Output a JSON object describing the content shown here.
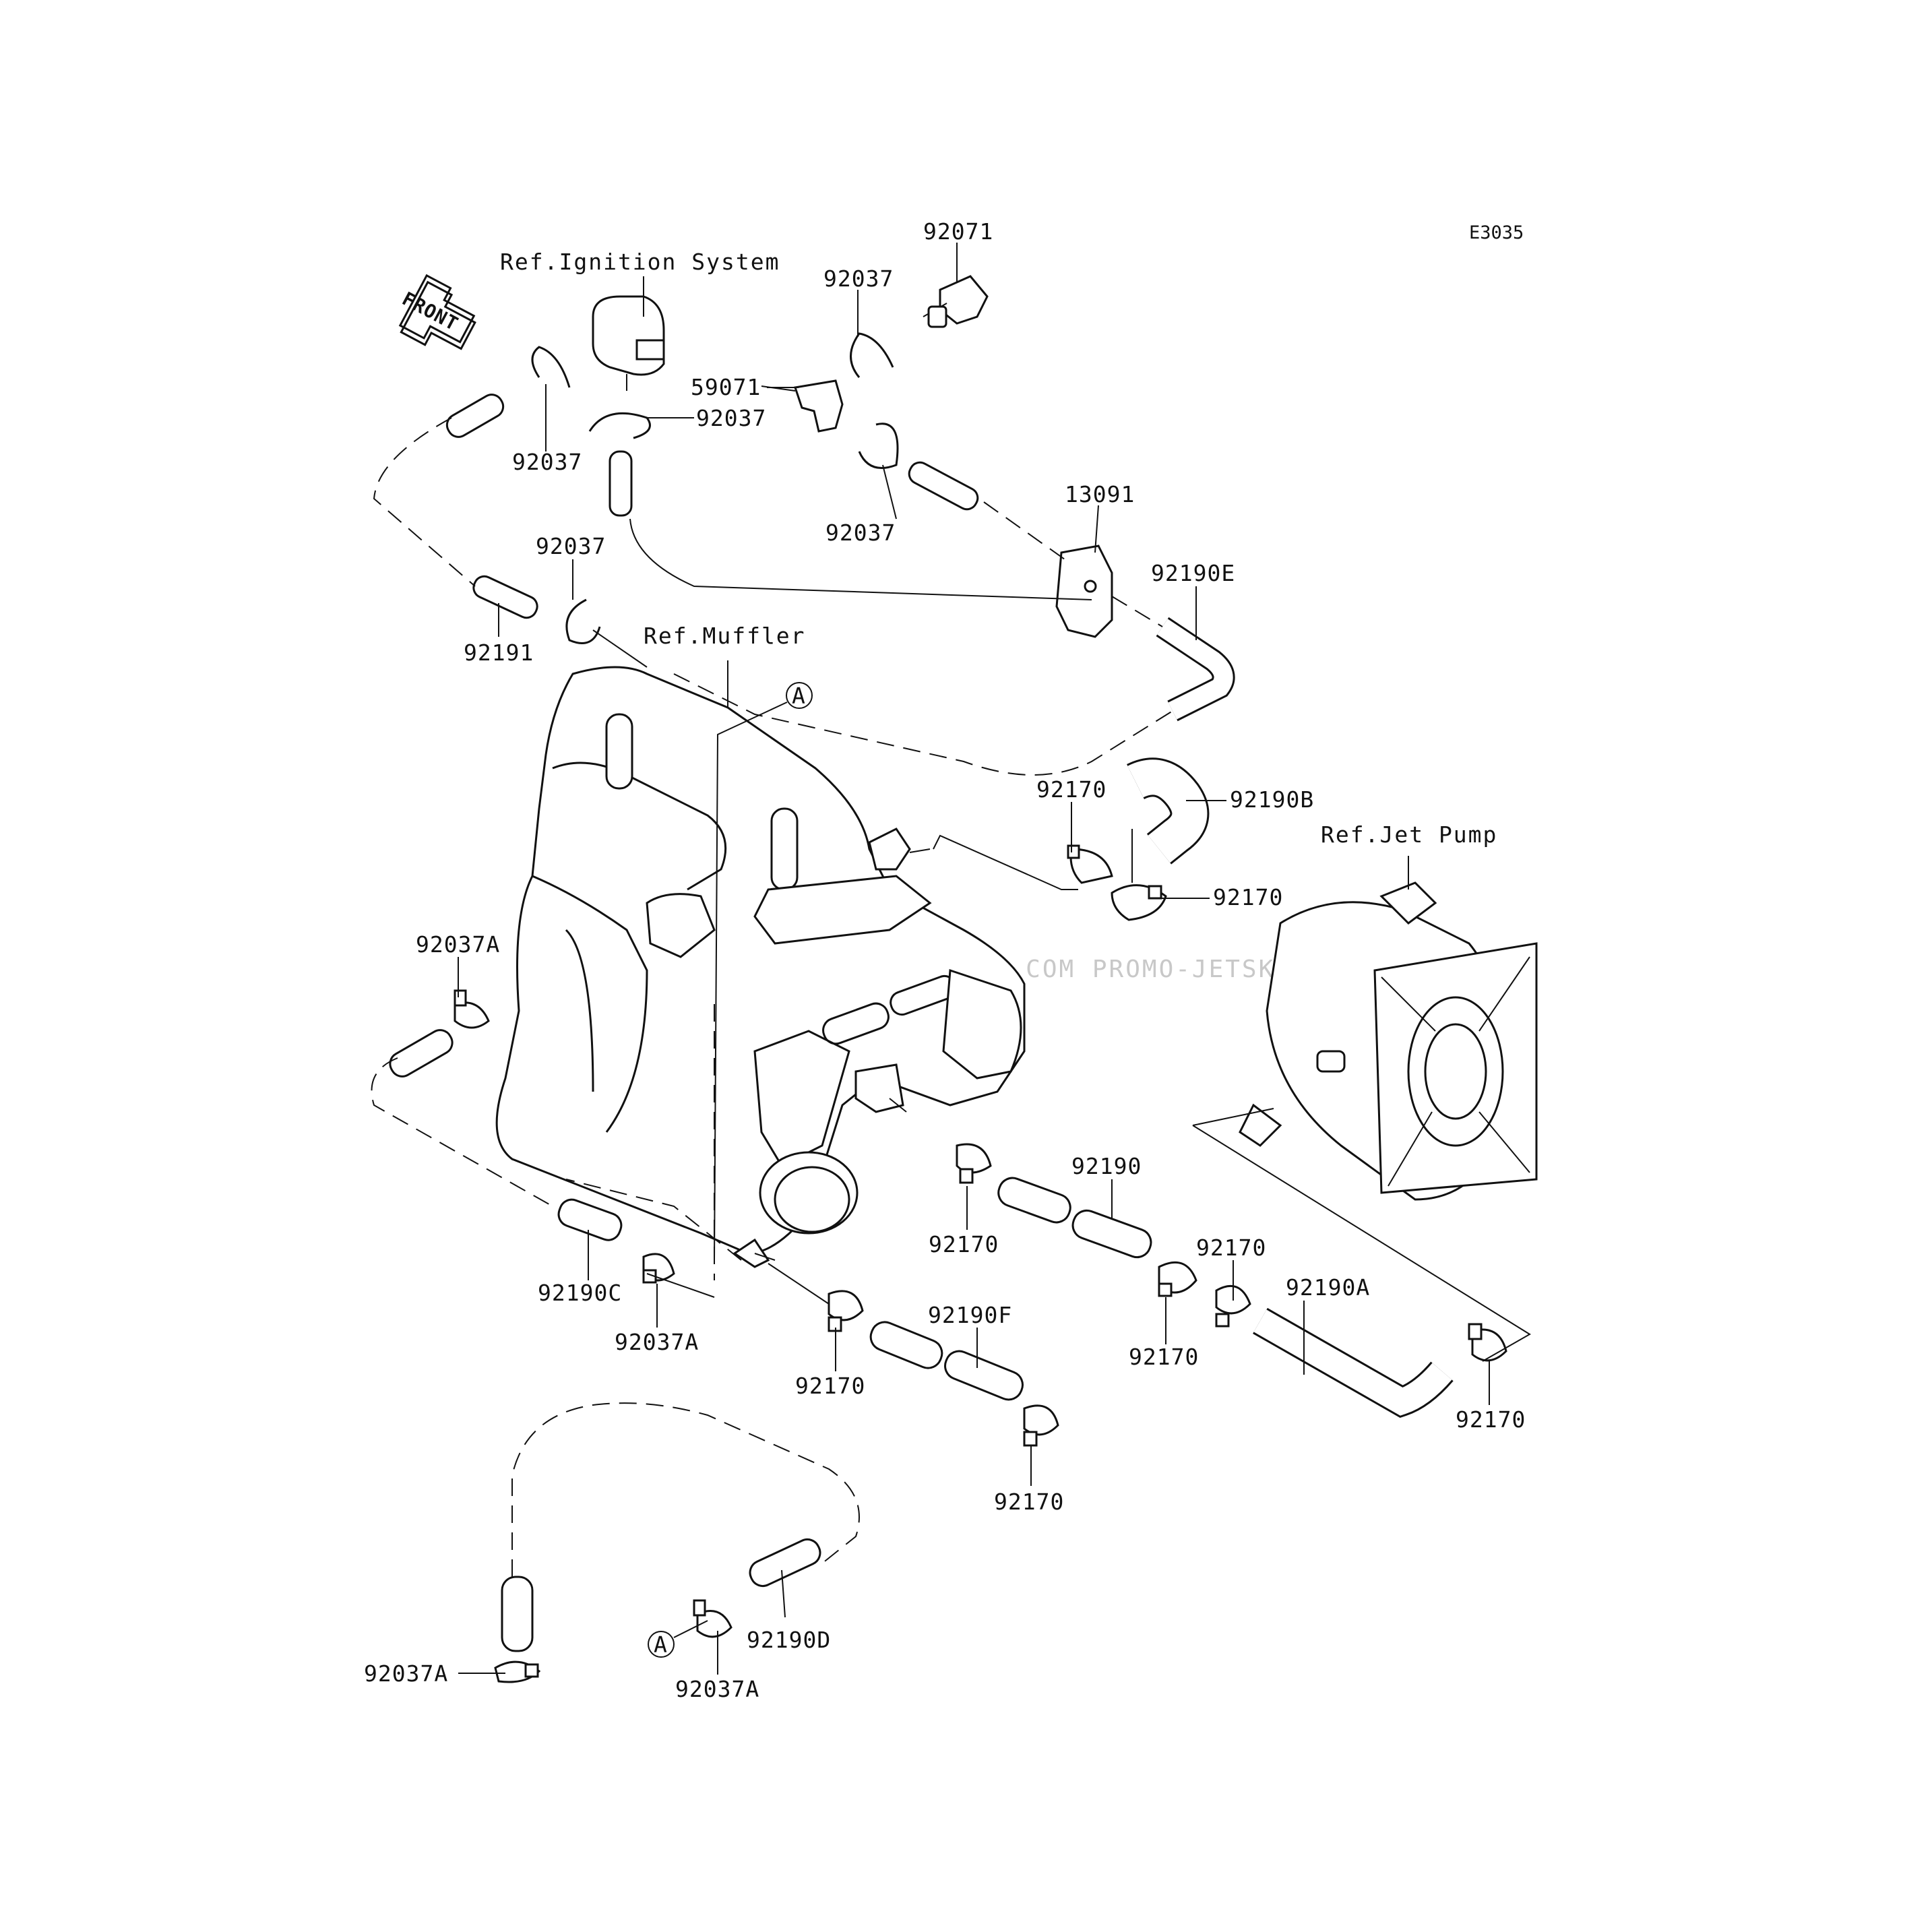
{
  "diagram_code": "E3035",
  "front_arrow_text": "FRONT",
  "watermark": "JETSKI.COM  PROMO-JETSKI.COM  PROMO-JETSKI.COM",
  "references": {
    "ignition": "Ref.Ignition System",
    "muffler": "Ref.Muffler",
    "jet_pump": "Ref.Jet Pump"
  },
  "connector_marker": "A",
  "part_labels": {
    "p92071": "92071",
    "p92037_top_right": "92037",
    "p59071": "59071",
    "p92037_ign": "92037",
    "p92037_left": "92037",
    "p92037_mid_right": "92037",
    "p13091": "13091",
    "p92190E": "92190E",
    "p92037_muffler": "92037",
    "p92191": "92191",
    "p92170_a": "92170",
    "p92190B": "92190B",
    "p92170_b": "92170",
    "p92037A_left": "92037A",
    "p92190": "92190",
    "p92170_c": "92170",
    "p92170_d": "92170",
    "p92190A": "92190A",
    "p92170_e": "92170",
    "p92190C": "92190C",
    "p92037A_mid": "92037A",
    "p92190F": "92190F",
    "p92170_f": "92170",
    "p92170_g": "92170",
    "p92170_h": "92170",
    "p92190D": "92190D",
    "p92037A_bottom_left": "92037A",
    "p92037A_bottom_mid": "92037A"
  }
}
